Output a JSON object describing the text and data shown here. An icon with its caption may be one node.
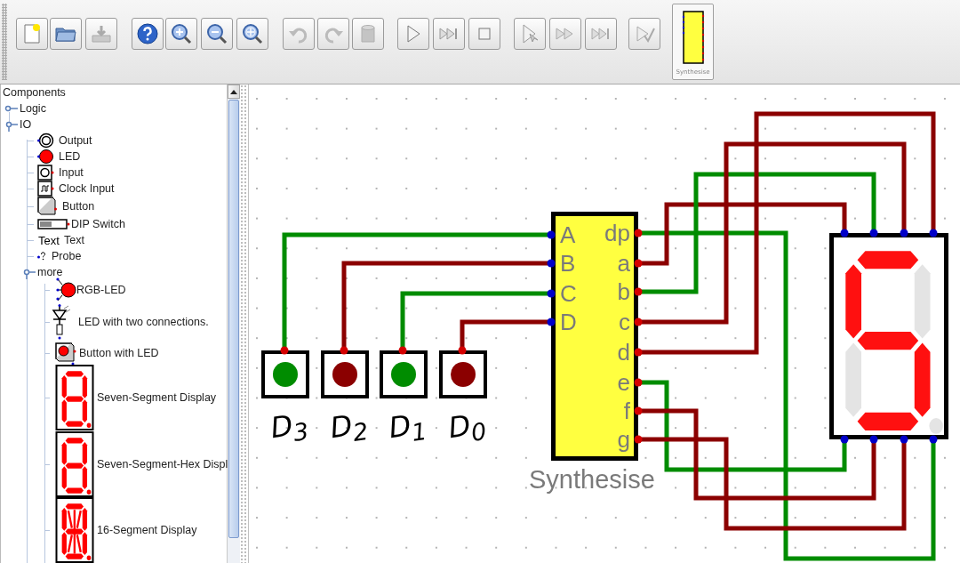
{
  "diagram": {
    "nodes": [
      {
        "text": [
          "D$_{3}$"
        ]
      },
      {
        "text": [
          "D$_{2}$"
        ]
      },
      {
        "text": [
          "D$_{1}$"
        ]
      },
      {
        "text": [
          "D$_{0}$"
        ]
      },
      {
        "text": [
          "A",
          "B",
          "C",
          "D",
          "dp",
          "a",
          "b",
          "c",
          "d",
          "e",
          "f",
          "g"
        ],
        "beside": [
          "Synthesise"
        ]
      },
      {
        "text": [],
        "shape": "picture"
      }
    ],
    "edges": [
      {
        "from": 0,
        "to": 4,
        "arrow": "none",
        "color": "#008c00"
      },
      {
        "from": 1,
        "to": 4,
        "arrow": "none"
      },
      {
        "from": 2,
        "to": 4,
        "arrow": "none",
        "color": "#008c00"
      },
      {
        "from": 3,
        "to": 4,
        "arrow": "none"
      },
      {
        "from": 4,
        "to": 5,
        "arrow": "none",
        "color": "#008c00"
      },
      {
        "from": 4,
        "to": 5,
        "arrow": "none"
      },
      {
        "from": 4,
        "to": 5,
        "arrow": "none",
        "color": "#008c00"
      },
      {
        "from": 4,
        "to": 5,
        "arrow": "none"
      },
      {
        "from": 4,
        "to": 5,
        "arrow": "none"
      },
      {
        "from": 4,
        "to": 5,
        "arrow": "none",
        "color": "#008c00"
      },
      {
        "from": 4,
        "to": 5,
        "arrow": "none"
      },
      {
        "from": 4,
        "to": 5,
        "arrow": "none"
      }
    ],
    "labels": [
      "Synthesise",
      "Components",
      "Logic",
      "IO",
      "Output",
      "LED",
      "Input",
      "Clock Input",
      "Button",
      "DIP Switch",
      "Text",
      "Text",
      "Probe",
      "more",
      "RGB-LED",
      "LED with two connections.",
      "Button with LED",
      "Seven-Segment Display",
      "Seven-Segment-Hex Displ",
      "16-Segment Display"
    ]
  }
}
